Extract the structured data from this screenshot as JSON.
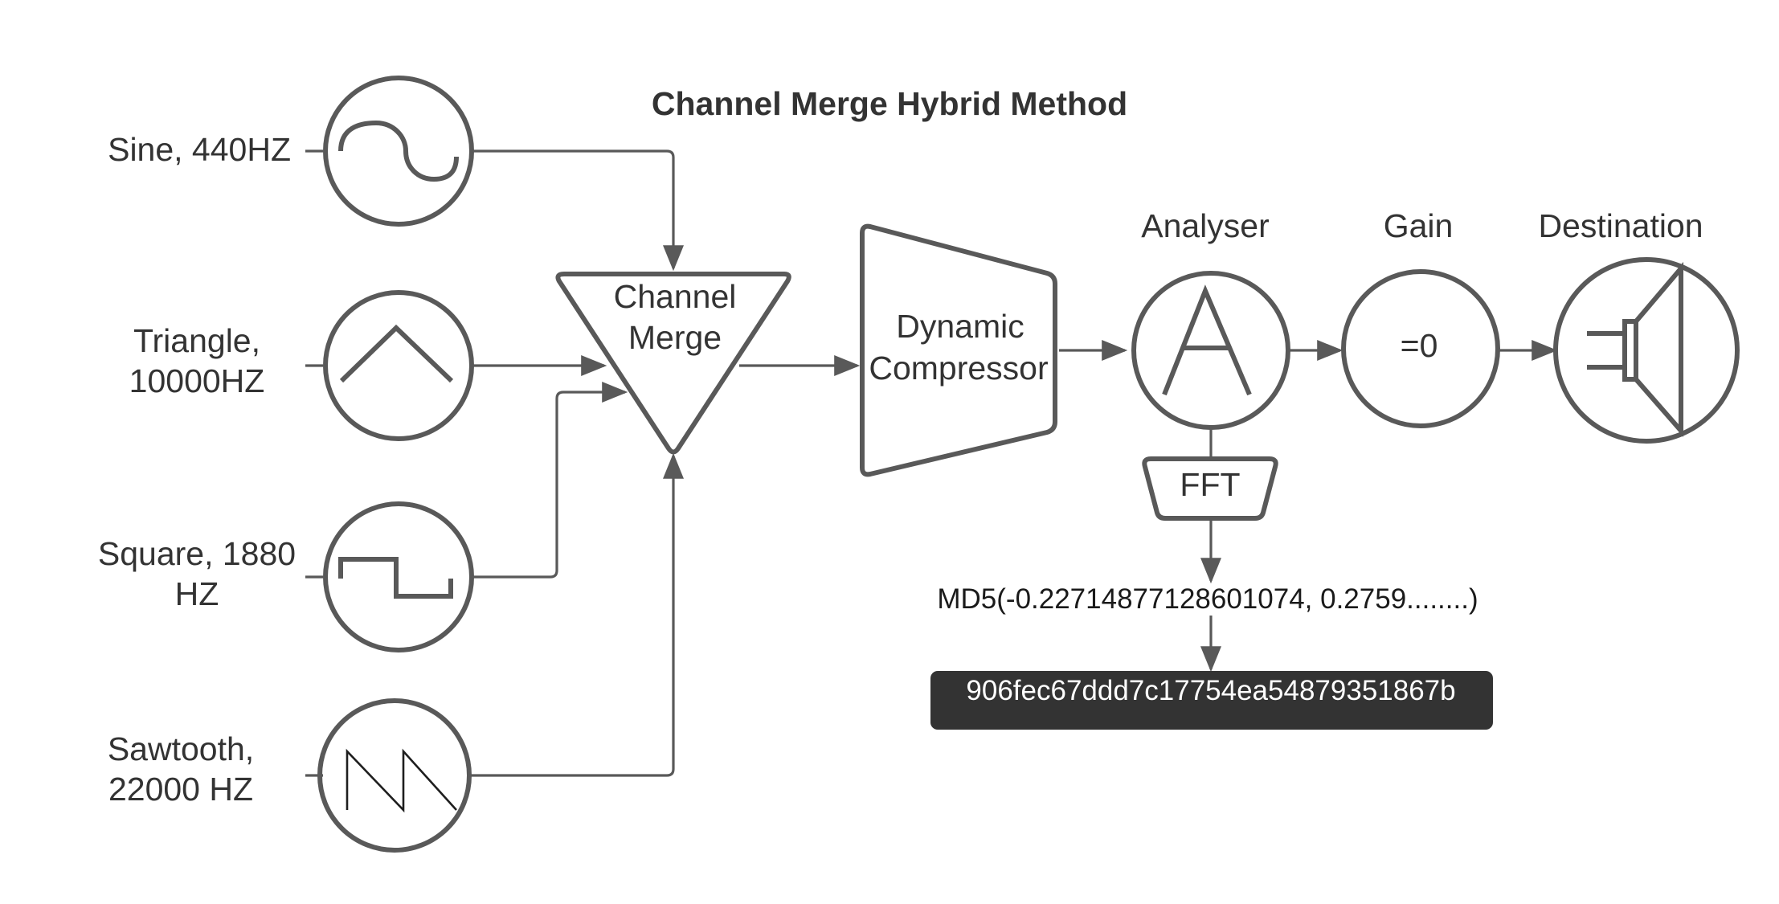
{
  "title": "Channel Merge Hybrid Method",
  "sources": [
    {
      "label_lines": [
        "Sine, 440HZ"
      ]
    },
    {
      "label_lines": [
        "Triangle,",
        "10000HZ"
      ]
    },
    {
      "label_lines": [
        "Square, 1880",
        "HZ"
      ]
    },
    {
      "label_lines": [
        "Sawtooth,",
        "22000 HZ"
      ]
    }
  ],
  "merge": {
    "label_lines": [
      "Channel",
      "Merge"
    ]
  },
  "compressor": {
    "label_lines": [
      "Dynamic",
      "Compressor"
    ]
  },
  "analyser": {
    "label": "Analyser"
  },
  "gain": {
    "label": "Gain",
    "value": "=0"
  },
  "destination": {
    "label": "Destination"
  },
  "fft": {
    "label": "FFT"
  },
  "md5": {
    "expression": "MD5(-0.22714877128601074, 0.2759........)"
  },
  "hash": {
    "value": "906fec67ddd7c17754ea54879351867b"
  },
  "colors": {
    "stroke": "#595959",
    "text": "#333333",
    "hash_background": "#333333",
    "hash_text": "#ffffff"
  }
}
